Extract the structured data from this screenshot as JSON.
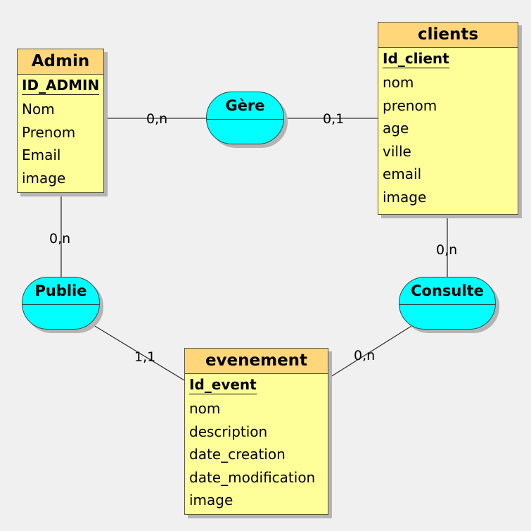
{
  "colors": {
    "entity_body": "#ffff99",
    "entity_header": "#ffd77a",
    "relation_fill": "#00ffff",
    "background": "#f0f0f0"
  },
  "entities": {
    "admin": {
      "name": "Admin",
      "key": "ID_ADMIN",
      "attributes": [
        "Nom",
        "Prenom",
        "Email",
        "image"
      ]
    },
    "clients": {
      "name": "clients",
      "key": "Id_client",
      "attributes": [
        "nom",
        "prenom",
        "age",
        "ville",
        "email",
        "image"
      ]
    },
    "evenement": {
      "name": "evenement",
      "key": "Id_event",
      "attributes": [
        "nom",
        "description",
        "date_creation",
        "date_modification",
        "image"
      ]
    }
  },
  "relations": {
    "gere": {
      "name": "Gère"
    },
    "publie": {
      "name": "Publie"
    },
    "consulte": {
      "name": "Consulte"
    }
  },
  "cardinalities": {
    "admin_gere": "0,n",
    "gere_clients": "0,1",
    "admin_publie": "0,n",
    "publie_evenement": "1,1",
    "clients_consulte": "0,n",
    "consulte_evenement": "0,n"
  }
}
